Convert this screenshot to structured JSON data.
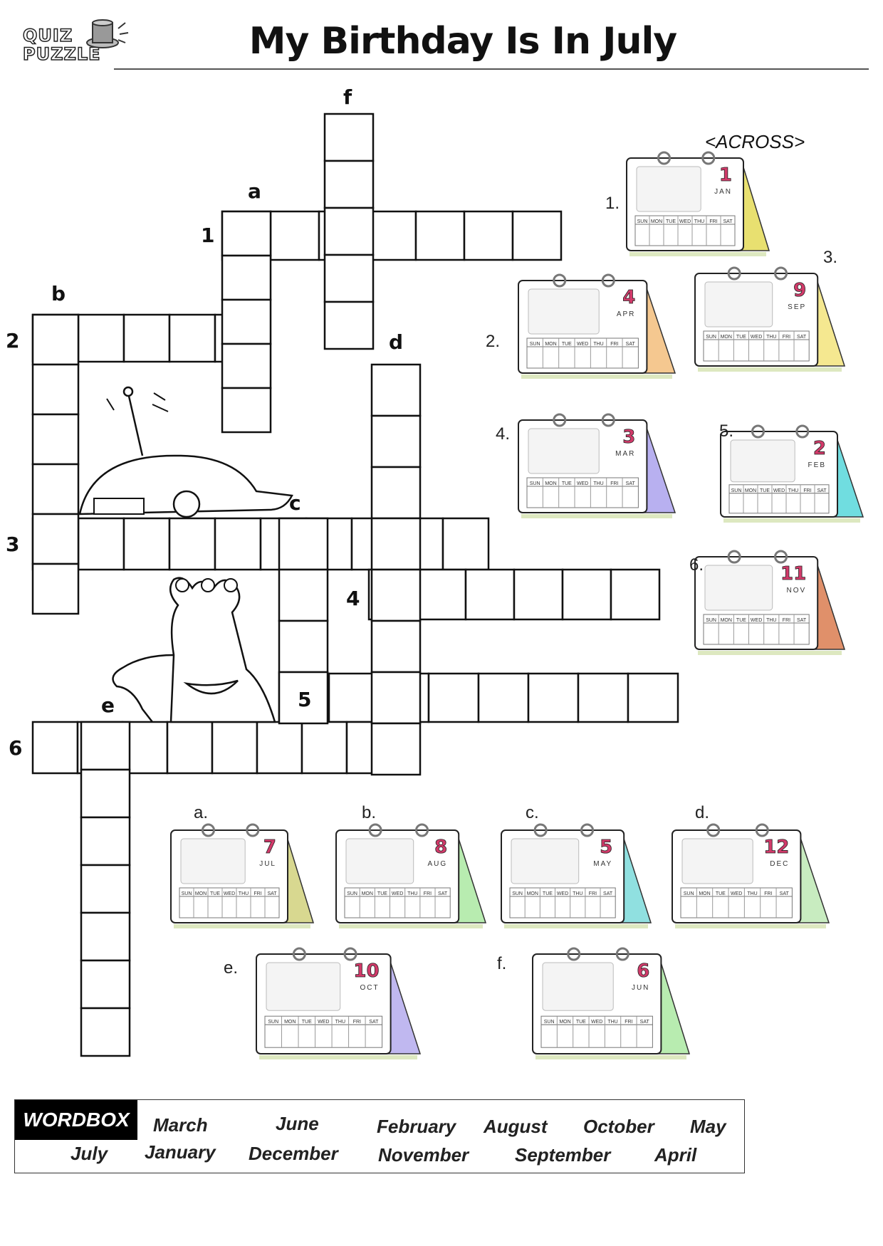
{
  "logo": {
    "line1": "QUIZ",
    "line2": "PUZZLE"
  },
  "title": "My Birthday Is In July",
  "across_heading": "<ACROSS>",
  "grid_labels": {
    "n1": "1",
    "n2": "2",
    "n3": "3",
    "n4": "4",
    "n5": "5",
    "n6": "6",
    "a": "a",
    "b": "b",
    "c": "c",
    "d": "d",
    "e": "e",
    "f": "f"
  },
  "across_clues": [
    {
      "num": "1.",
      "month_number": "1",
      "month_abbr": "JAN",
      "tab_color": "#e8e070"
    },
    {
      "num": "2.",
      "month_number": "4",
      "month_abbr": "APR",
      "tab_color": "#f5c890"
    },
    {
      "num": "3.",
      "month_number": "9",
      "month_abbr": "SEP",
      "tab_color": "#f5e890"
    },
    {
      "num": "4.",
      "month_number": "3",
      "month_abbr": "MAR",
      "tab_color": "#b8b0f0"
    },
    {
      "num": "5.",
      "month_number": "2",
      "month_abbr": "FEB",
      "tab_color": "#70dde0"
    },
    {
      "num": "6.",
      "month_number": "11",
      "month_abbr": "NOV",
      "tab_color": "#e0906a"
    }
  ],
  "down_clues": [
    {
      "num": "a.",
      "month_number": "7",
      "month_abbr": "JUL",
      "tab_color": "#d8d890"
    },
    {
      "num": "b.",
      "month_number": "8",
      "month_abbr": "AUG",
      "tab_color": "#b8ecb0"
    },
    {
      "num": "c.",
      "month_number": "5",
      "month_abbr": "MAY",
      "tab_color": "#90e0e0"
    },
    {
      "num": "d.",
      "month_number": "12",
      "month_abbr": "DEC",
      "tab_color": "#c8ecc0"
    },
    {
      "num": "e.",
      "month_number": "10",
      "month_abbr": "OCT",
      "tab_color": "#c0b8f0"
    },
    {
      "num": "f.",
      "month_number": "6",
      "month_abbr": "JUN",
      "tab_color": "#b8ecb0"
    }
  ],
  "calendar_days": [
    "SUN",
    "MON",
    "TUE",
    "WED",
    "THU",
    "FRI",
    "SAT"
  ],
  "wordbox": {
    "label": "WORDBOX",
    "words": [
      "March",
      "June",
      "February",
      "August",
      "October",
      "May",
      "July",
      "January",
      "December",
      "November",
      "September",
      "April"
    ]
  }
}
